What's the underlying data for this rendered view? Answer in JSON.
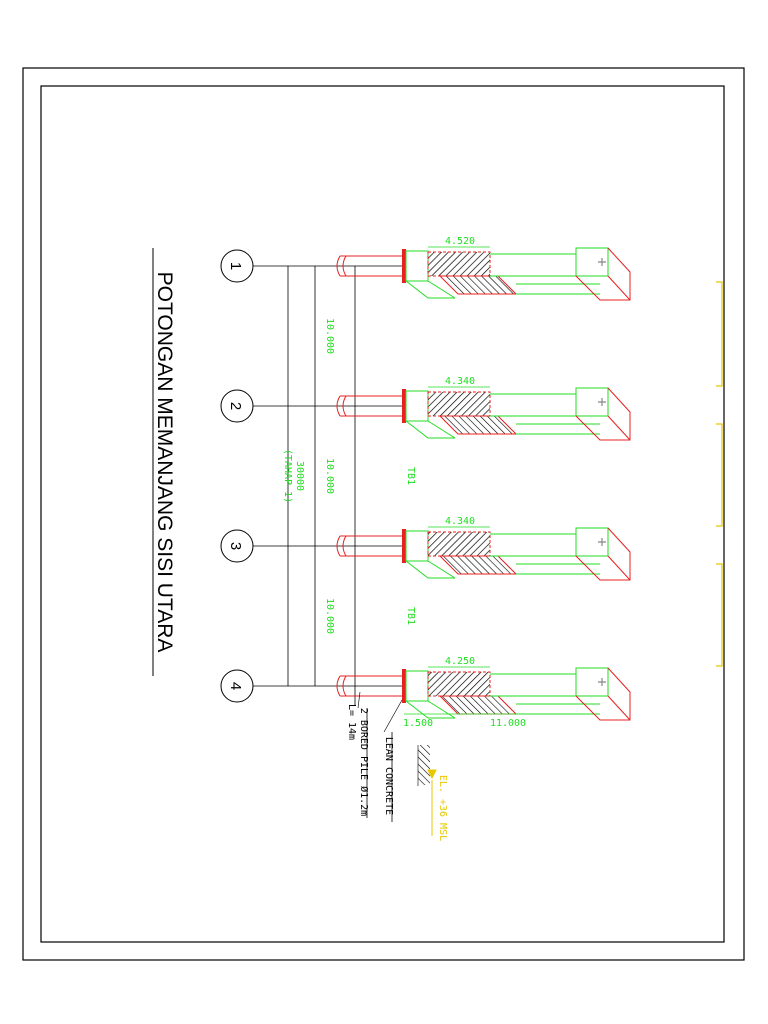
{
  "drawing": {
    "title": "POTONGAN MEMANJANG SISI UTARA",
    "colors": {
      "green": "#22dd22",
      "red": "#e82020",
      "yellow": "#e8c800",
      "black": "#000000"
    }
  },
  "grid_lines": [
    "1",
    "2",
    "3",
    "4"
  ],
  "spans": [
    "10.000",
    "10.000",
    "10.000"
  ],
  "total_span": {
    "value": "30000",
    "note": "(TAHAP 1)"
  },
  "tie_beams": [
    "TB1",
    "TB1"
  ],
  "pile_caps": [
    {
      "grid": "1",
      "width": "4.520"
    },
    {
      "grid": "2",
      "width": "4.340"
    },
    {
      "grid": "3",
      "width": "4.340"
    },
    {
      "grid": "4",
      "width": "4.250"
    }
  ],
  "dimensions": {
    "cap_depth": "1.500",
    "pile_length": "11.000"
  },
  "annotations": {
    "elevation": "EL. +36 MSL",
    "lean_concrete": "LEAN CONCRETE",
    "bored_pile": "2 BORED PILE Ø1.2m",
    "pile_length": "L= 14m"
  }
}
